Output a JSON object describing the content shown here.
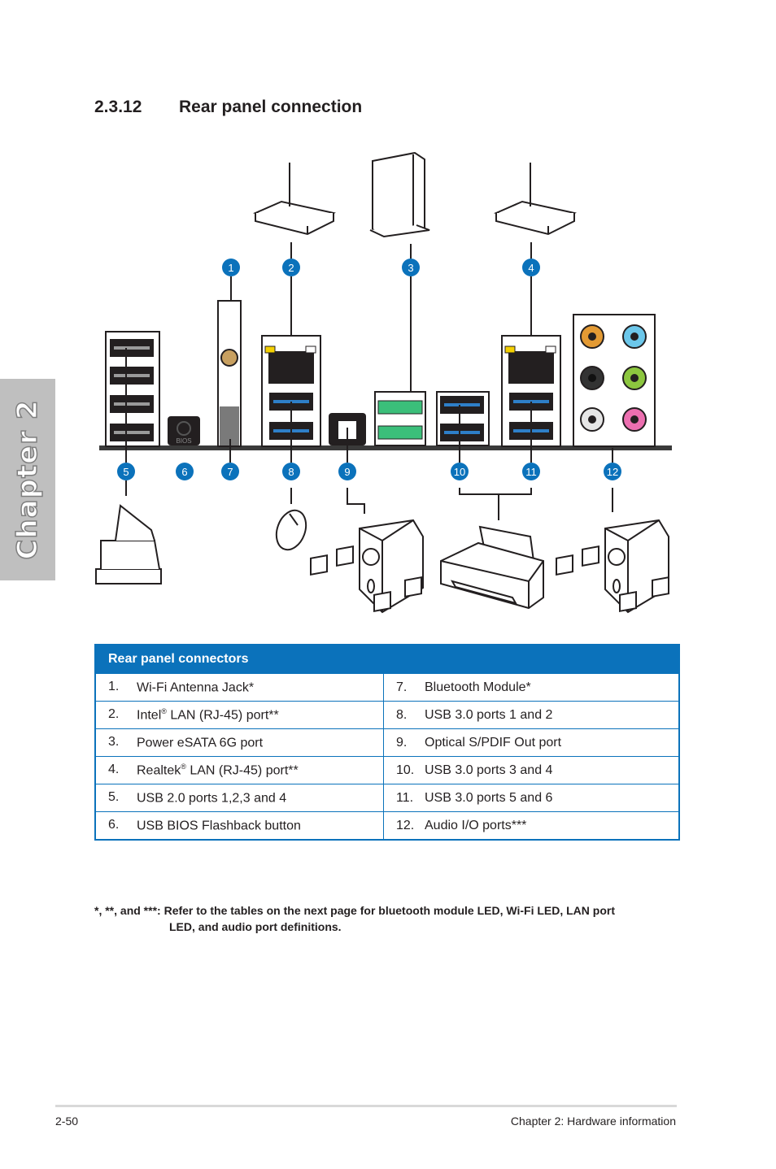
{
  "chapter_tab": "Chapter 2",
  "section": {
    "number": "2.3.12",
    "title": "Rear panel connection"
  },
  "callouts": [
    "1",
    "2",
    "3",
    "4",
    "5",
    "6",
    "7",
    "8",
    "9",
    "10",
    "11",
    "12"
  ],
  "bios_label": "BIOS",
  "table": {
    "header": "Rear panel connectors",
    "left": [
      {
        "num": "1.",
        "pre": "Wi-Fi Antenna Jack*",
        "sup": "",
        "post": ""
      },
      {
        "num": "2.",
        "pre": "Intel",
        "sup": "®",
        "post": " LAN (RJ-45) port**"
      },
      {
        "num": "3.",
        "pre": "Power eSATA 6G port",
        "sup": "",
        "post": ""
      },
      {
        "num": "4.",
        "pre": "Realtek",
        "sup": "®",
        "post": " LAN (RJ-45) port**"
      },
      {
        "num": "5.",
        "pre": "USB 2.0 ports 1,2,3 and 4",
        "sup": "",
        "post": ""
      },
      {
        "num": "6.",
        "pre": "USB BIOS Flashback button",
        "sup": "",
        "post": ""
      }
    ],
    "right": [
      {
        "num": "7.",
        "text": "Bluetooth Module*"
      },
      {
        "num": "8.",
        "text": "USB 3.0 ports 1 and 2"
      },
      {
        "num": "9.",
        "text": "Optical S/PDIF Out port"
      },
      {
        "num": "10.",
        "text": "USB 3.0 ports 3 and 4"
      },
      {
        "num": "11.",
        "text": "USB 3.0 ports 5 and 6"
      },
      {
        "num": "12.",
        "text": "Audio I/O ports***"
      }
    ]
  },
  "footnote": {
    "line1": "*, **, and ***: Refer to the tables on the next page for bluetooth module LED, Wi-Fi LED, LAN port",
    "line2": "LED, and audio port definitions."
  },
  "footer": {
    "page": "2-50",
    "chapter": "Chapter 2: Hardware information"
  },
  "colors": {
    "accent": "#0b72bb",
    "tab": "#bfbfbf"
  }
}
